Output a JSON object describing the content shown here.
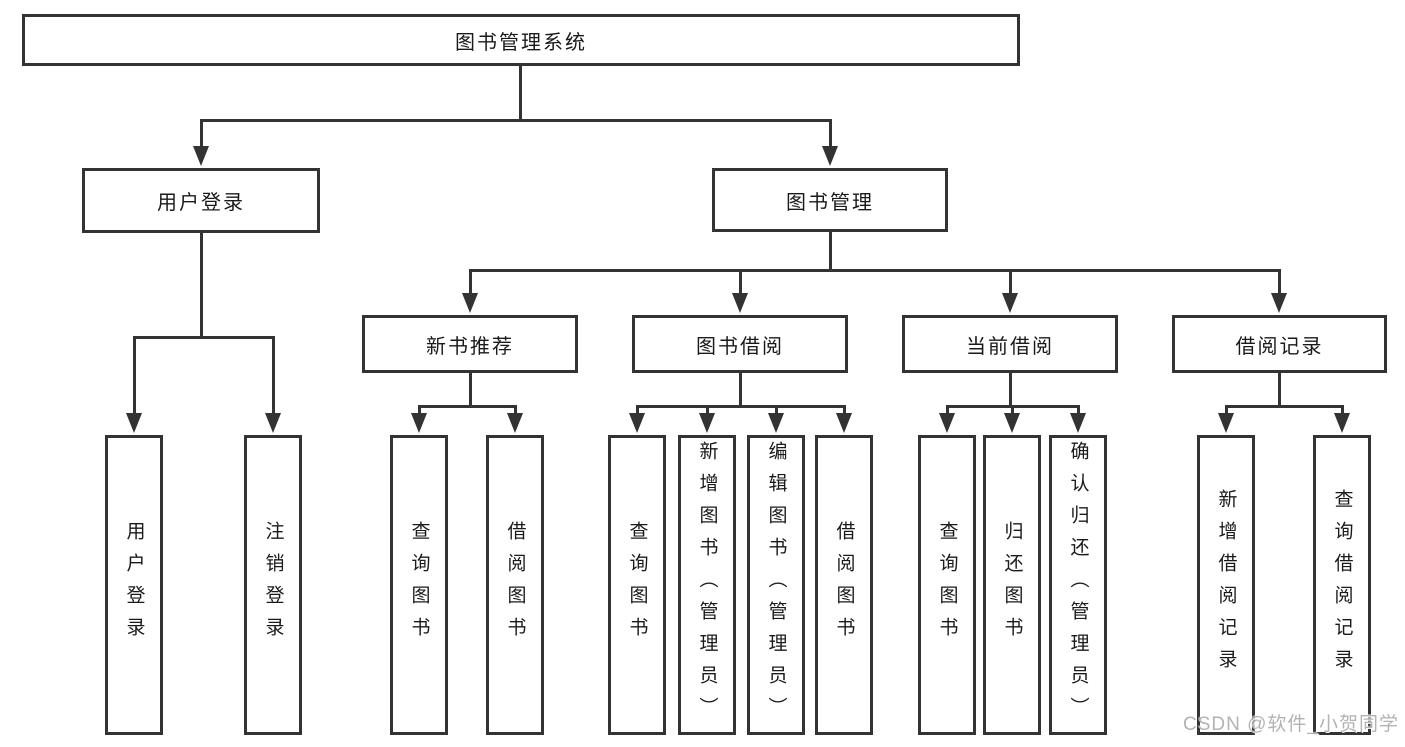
{
  "tree": {
    "label": "图书管理系统",
    "children": [
      {
        "label": "用户登录",
        "children": [
          {
            "label": "用户登录"
          },
          {
            "label": "注销登录"
          }
        ]
      },
      {
        "label": "图书管理",
        "children": [
          {
            "label": "新书推荐",
            "children": [
              {
                "label": "查询图书"
              },
              {
                "label": "借阅图书"
              }
            ]
          },
          {
            "label": "图书借阅",
            "children": [
              {
                "label": "查询图书"
              },
              {
                "label": "新增图书（管理员）"
              },
              {
                "label": "编辑图书（管理员）"
              },
              {
                "label": "借阅图书"
              }
            ]
          },
          {
            "label": "当前借阅",
            "children": [
              {
                "label": "查询图书"
              },
              {
                "label": "归还图书"
              },
              {
                "label": "确认归还（管理员）"
              }
            ]
          },
          {
            "label": "借阅记录",
            "children": [
              {
                "label": "新增借阅记录"
              },
              {
                "label": "查询借阅记录"
              }
            ]
          }
        ]
      }
    ]
  },
  "watermark": {
    "text": "CSDN @软件_小贺同学"
  },
  "colors": {
    "line": "#333333",
    "box_border": "#333333",
    "box_background": "#ffffff",
    "text": "#1a1a1a",
    "watermark": "#b3b3b3",
    "page_background": "#ffffff"
  }
}
